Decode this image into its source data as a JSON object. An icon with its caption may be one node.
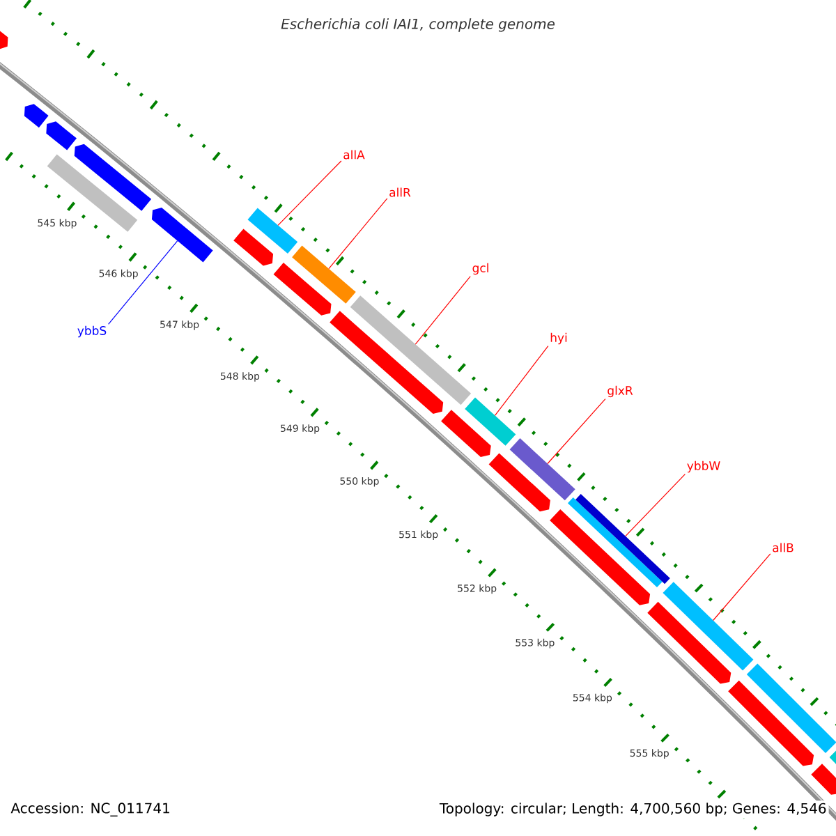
{
  "diagram": {
    "title": "Escherichia coli IAI1, complete genome",
    "nodes": [
      {
        "text": [
          "allA"
        ]
      },
      {
        "text": [
          "allR"
        ]
      },
      {
        "text": [
          "gcl"
        ]
      },
      {
        "text": [
          "hyi"
        ]
      },
      {
        "text": [
          "glxR"
        ]
      },
      {
        "text": [
          "ybbW"
        ]
      },
      {
        "text": [
          "allB"
        ]
      },
      {
        "text": [
          "ybbS"
        ]
      },
      {
        "text": [],
        "shape": "pentagon"
      },
      {
        "text": [],
        "shape": "pentagon"
      },
      {
        "text": [],
        "shape": "pentagon"
      },
      {
        "text": [],
        "shape": "bar"
      },
      {
        "text": [],
        "shape": "pentagon"
      },
      {
        "text": [],
        "shape": "pentagon"
      },
      {
        "text": [],
        "shape": "pentagon"
      },
      {
        "text": [],
        "shape": "bar"
      },
      {
        "text": [],
        "shape": "pentagon"
      },
      {
        "text": [],
        "shape": "bar"
      },
      {
        "text": [],
        "shape": "pentagon"
      },
      {
        "text": [],
        "shape": "bar"
      },
      {
        "text": [],
        "shape": "pentagon"
      },
      {
        "text": [],
        "shape": "bar"
      },
      {
        "text": [],
        "shape": "pentagon"
      },
      {
        "text": [],
        "shape": "bar"
      },
      {
        "text": [],
        "shape": "pentagon"
      },
      {
        "text": [],
        "shape": "bar"
      },
      {
        "text": [],
        "shape": "bar"
      },
      {
        "text": [],
        "shape": "pentagon"
      },
      {
        "text": [],
        "shape": "bar"
      },
      {
        "text": [],
        "shape": "pentagon"
      },
      {
        "text": [],
        "shape": "bar"
      },
      {
        "text": [],
        "shape": "pentagon"
      },
      {
        "text": [],
        "shape": "bar"
      }
    ],
    "edges": [
      {
        "from": 0,
        "to": 15,
        "arrow": "none"
      },
      {
        "from": 1,
        "to": 17,
        "arrow": "none"
      },
      {
        "from": 2,
        "to": 19,
        "arrow": "none"
      },
      {
        "from": 3,
        "to": 21,
        "arrow": "none"
      },
      {
        "from": 4,
        "to": 23,
        "arrow": "none"
      },
      {
        "from": 5,
        "to": 26,
        "arrow": "none"
      },
      {
        "from": 6,
        "to": 28,
        "arrow": "none"
      },
      {
        "from": 7,
        "to": 13,
        "arrow": "none",
        "color": "#0000ff"
      }
    ],
    "labels": [
      "545 kbp",
      "546 kbp",
      "547 kbp",
      "548 kbp",
      "549 kbp",
      "550 kbp",
      "551 kbp",
      "552 kbp",
      "553 kbp",
      "554 kbp",
      "555 kbp",
      "Accession: NC_011741",
      "Topology: circular; Length: 4,700,560 bp; Genes: 4,546"
    ]
  }
}
